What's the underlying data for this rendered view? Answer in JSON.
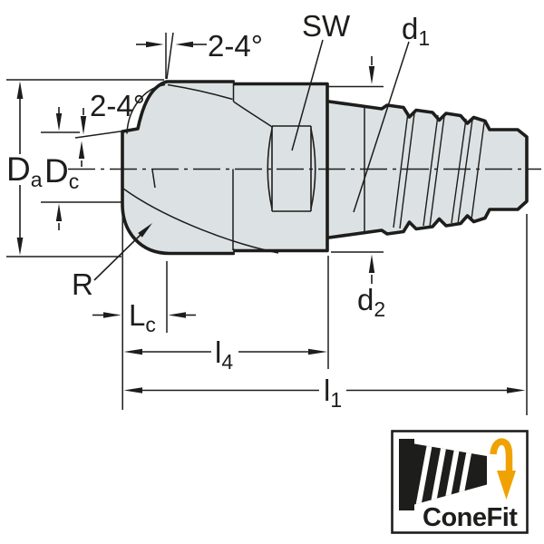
{
  "drawing": {
    "type": "technical-dimension-drawing",
    "subject": "exchangeable milling head with ConeFit thread adapter",
    "labels": {
      "angle_top": "2-4°",
      "angle_front": "2-4°",
      "sw": "SW",
      "r": "R",
      "d1": {
        "base": "d",
        "sub": "1"
      },
      "d2": {
        "base": "d",
        "sub": "2"
      },
      "da": {
        "base": "D",
        "sub": "a"
      },
      "dc": {
        "base": "D",
        "sub": "c"
      },
      "lc": {
        "base": "L",
        "sub": "c"
      },
      "l4": {
        "base": "l",
        "sub": "4"
      },
      "l1": {
        "base": "l",
        "sub": "1"
      }
    },
    "colors": {
      "body_fill": "#dce2e3",
      "line": "#1d1d1b",
      "logo_accent": "#f0a202",
      "background": "#ffffff"
    }
  },
  "logo": {
    "text": "ConeFit"
  }
}
